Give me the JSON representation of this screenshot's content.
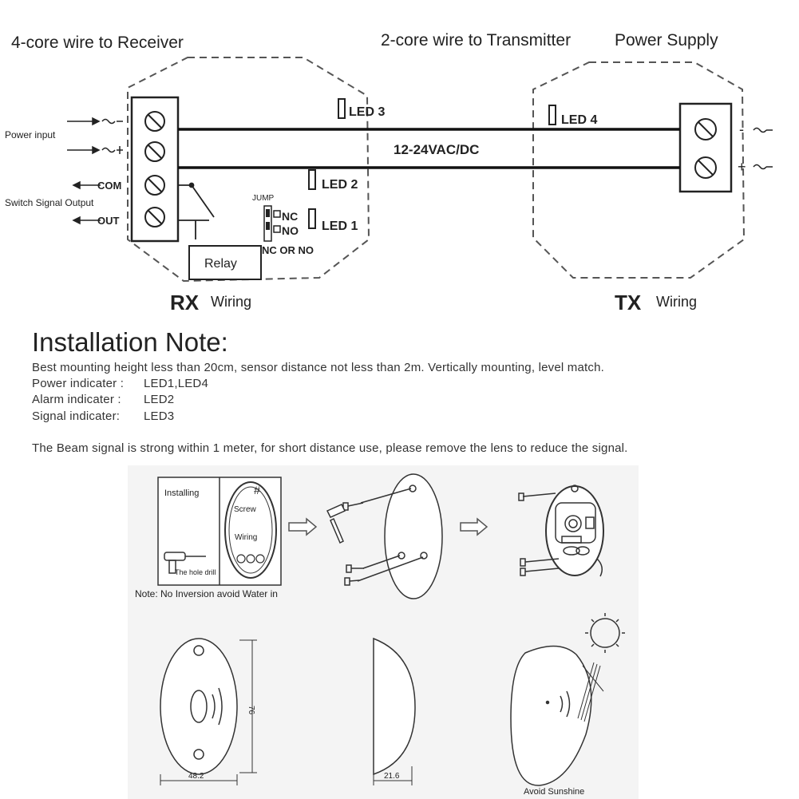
{
  "wiring": {
    "rx_header": "4-core wire to Receiver",
    "tx_header": "2-core wire to Transmitter",
    "power_header": "Power Supply",
    "power_input": "Power input",
    "switch_output": "Switch Signal Output",
    "com": "COM",
    "out": "OUT",
    "voltage": "12-24VAC/DC",
    "led1": "LED 1",
    "led2": "LED 2",
    "led3": "LED 3",
    "led4": "LED 4",
    "jump": "JUMP",
    "nc": "NC",
    "no": "NO",
    "nc_or_no": "NC OR NO",
    "relay": "Relay",
    "rx": "RX",
    "tx": "TX",
    "wiring_word": "Wiring",
    "minus": "-",
    "plus": "+"
  },
  "installation": {
    "title": "Installation Note:",
    "line1": "Best mounting height less than 20cm, sensor distance not less than 2m. Vertically mounting, level match.",
    "power_label": "Power indicater :",
    "power_value": "LED1,LED4",
    "alarm_label": "Alarm indicater :",
    "alarm_value": "LED2",
    "signal_label": "Signal indicater:",
    "signal_value": "LED3",
    "beam_note": "The Beam signal is strong within 1 meter, for short distance use, please remove the lens to reduce the signal."
  },
  "mounting": {
    "installing": "Installing",
    "screw": "Screw",
    "wiring": "Wiring",
    "hole_drill": "The hole drill",
    "note": "Note:  No Inversion avoid Water in",
    "dim_height": "76",
    "dim_width": "48.2",
    "dim_depth": "21.6",
    "avoid_sunshine": "Avoid Sunshine"
  }
}
